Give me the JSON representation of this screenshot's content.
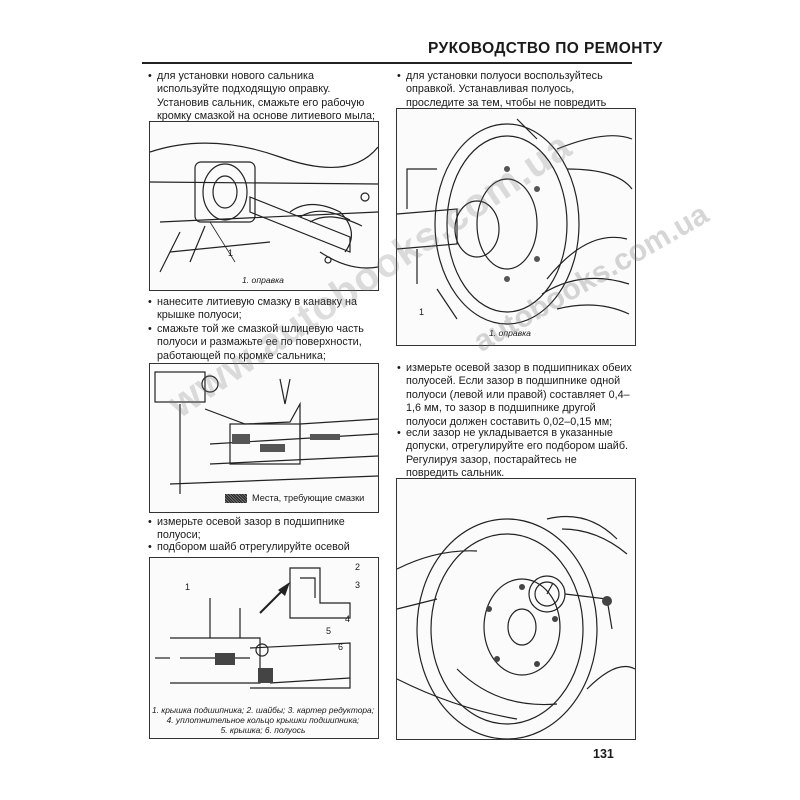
{
  "header": {
    "title": "РУКОВОДСТВО ПО РЕМОНТУ"
  },
  "left_column": {
    "para1": "для установки нового сальника используйте подходящую оправку. Установив сальник, смажьте его рабочую кромку смазкой на основе литиевого мыла;",
    "fig1": {
      "caption": "1. оправка",
      "callout": "1"
    },
    "para2": "нанесите литиевую смазку в канавку на крышке полуоси;",
    "para3": "смажьте той же смазкой шлицевую часть полуоси и размажьте ее по поверхности, работающей по кромке сальника;",
    "fig2": {
      "legend": "Места, требующие смазки"
    },
    "para4": "измерьте осевой зазор в подшипнике полуоси;",
    "para5": "подбором шайб отрегулируйте осевой зазор:",
    "fig3": {
      "callouts": [
        "1",
        "2",
        "3",
        "4",
        "5",
        "6"
      ],
      "caption_lines": [
        "1. крышка подшипника; 2. шайбы; 3. картер редуктора;",
        "4. уплотнительное кольцо крышки подшипника;",
        "5. крышка; 6. полуось"
      ]
    }
  },
  "right_column": {
    "para1": "для установки полуоси воспользуйтесь оправкой. Устанавливая полуось, проследите за тем, чтобы не повредить сальник;",
    "fig1": {
      "caption": "1. оправка",
      "callout": "1"
    },
    "para2": "измерьте осевой зазор в подшипниках обеих полуосей. Если зазор в подшипнике одной полуоси (левой или правой) составляет 0,4–1,6 мм, то зазор в подшипнике другой полуоси должен составить 0,02–0,15 мм;",
    "para3": "если зазор не укладывается в указанные допуски, отрегулируйте его подбором шайб. Регулируя зазор, постарайтесь не повредить сальник."
  },
  "footer": {
    "page_number": "131"
  },
  "watermark": {
    "text": "www.autobooks.com.ua",
    "domain_text": "autobooks.com.ua"
  },
  "bullet_glyph": "•"
}
